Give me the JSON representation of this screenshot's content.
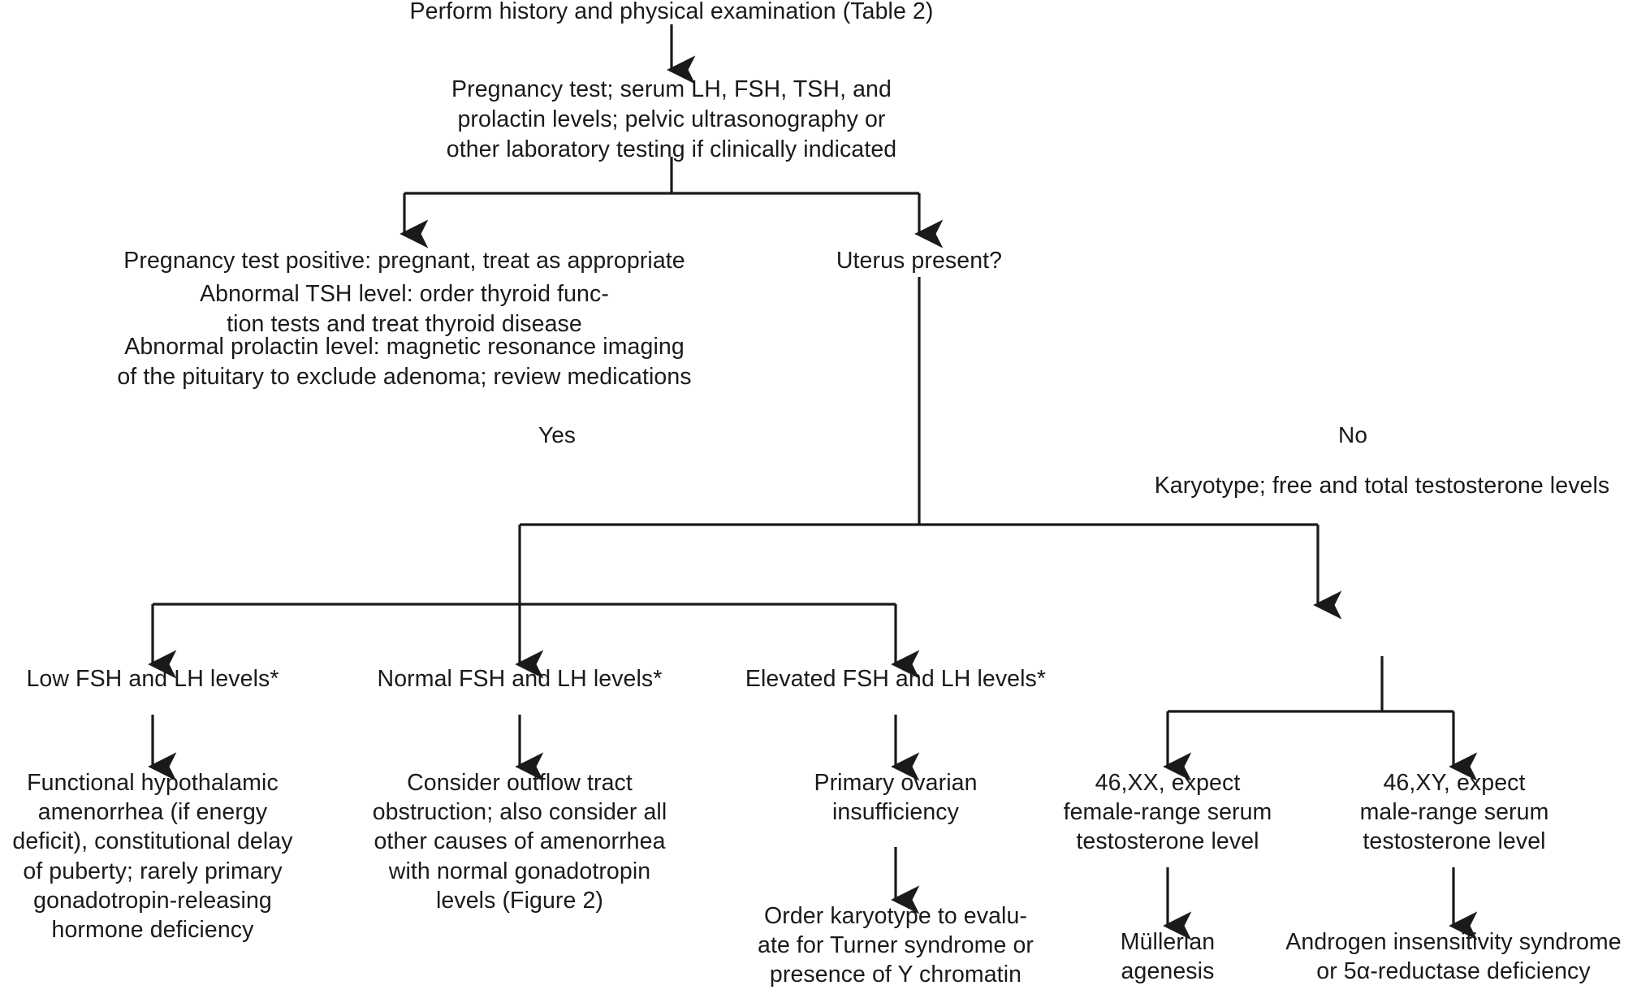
{
  "figure": {
    "type": "clinical-algorithm-flowchart",
    "orientation": "top-down",
    "colors": {
      "ink": "#1a1a1a",
      "background": "#ffffff"
    }
  },
  "nodes": {
    "start": "Perform history and physical examination (Table 2)",
    "workup": "Pregnancy test; serum LH, FSH, TSH, and\nprolactin levels; pelvic ultrasonography or\nother laboratory testing if clinically indicated",
    "abnormal_results_line1": "Pregnancy test positive: pregnant, treat as appropriate",
    "abnormal_results_line2": "Abnormal TSH level: order thyroid func-\ntion tests and treat thyroid disease",
    "abnormal_results_line3": "Abnormal prolactin level: magnetic resonance imaging\nof the pituitary to exclude adenoma; review medications",
    "uterus_present": "Uterus present?",
    "karyotype_testing": "Karyotype; free and total testosterone levels",
    "low_fsh_lh": "Low FSH and LH levels*",
    "normal_fsh_lh": "Normal FSH and LH levels*",
    "elevated_fsh_lh": "Elevated FSH and LH levels*",
    "low_outcome": "Functional hypothalamic\namenorrhea (if energy\ndeficit), constitutional delay\nof puberty; rarely primary\ngonadotropin-releasing\nhormone deficiency",
    "normal_outcome": "Consider outflow tract\nobstruction; also consider all\nother causes of amenorrhea\nwith normal gonadotropin\nlevels (Figure 2)",
    "elevated_outcome": "Primary ovarian\ninsufficiency",
    "elevated_followup": "Order karyotype to evalu-\nate for Turner syndrome or\npresence of Y chromatin",
    "karyotype_xx": "46,XX, expect\nfemale-range serum\ntestosterone level",
    "karyotype_xy": "46,XY, expect\nmale-range serum\ntestosterone level",
    "xx_outcome": "Müllerian\nagenesis",
    "xy_outcome": "Androgen insensitivity syndrome\nor 5α-reductase deficiency"
  },
  "edge_labels": {
    "yes": "Yes",
    "no": "No"
  }
}
